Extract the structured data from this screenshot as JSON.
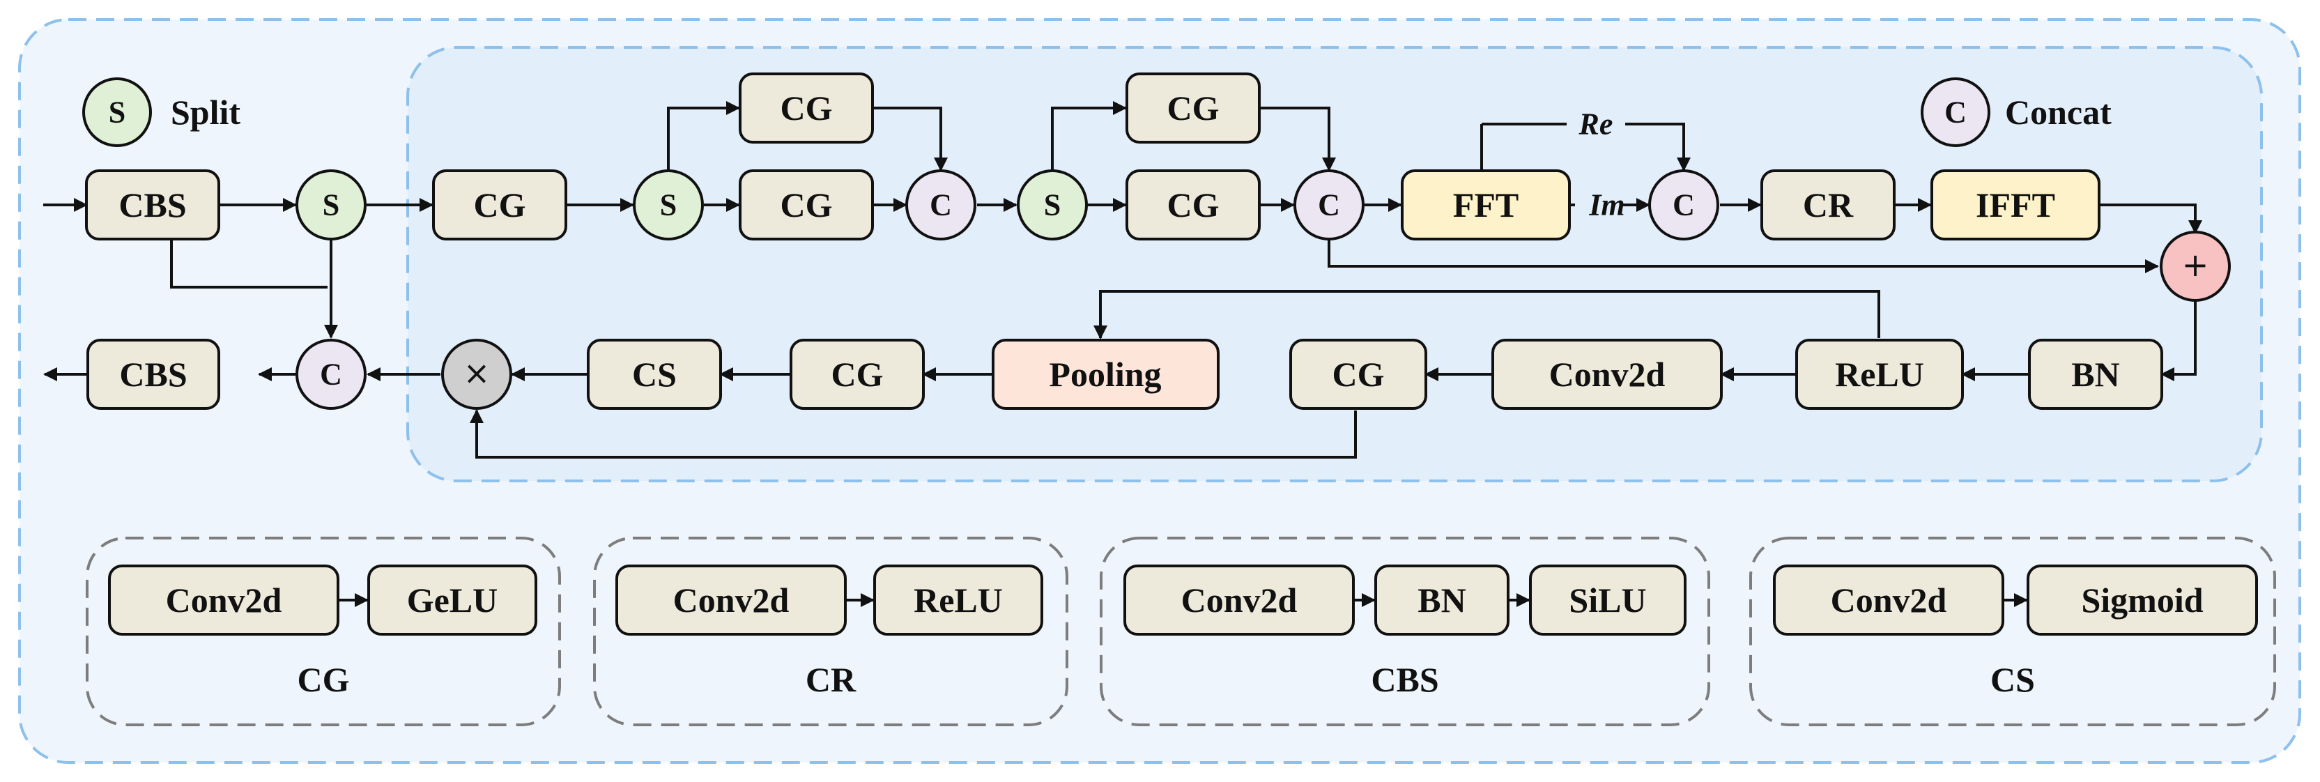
{
  "legend_split": {
    "symbol": "S",
    "label": "Split"
  },
  "legend_concat": {
    "symbol": "C",
    "label": "Concat"
  },
  "labels": {
    "cbs": "CBS",
    "cg": "CG",
    "cr": "CR",
    "cs": "CS",
    "fft": "FFT",
    "ifft": "IFFT",
    "pooling": "Pooling",
    "conv2d": "Conv2d",
    "relu": "ReLU",
    "bn": "BN",
    "split": "S",
    "concat": "C",
    "add": "+",
    "multiply": "×",
    "re": "Re",
    "im": "Im"
  },
  "legends": {
    "cg": {
      "items": [
        "Conv2d",
        "GeLU"
      ],
      "title": "CG"
    },
    "cr": {
      "items": [
        "Conv2d",
        "ReLU"
      ],
      "title": "CR"
    },
    "cbs": {
      "items": [
        "Conv2d",
        "BN",
        "SiLU"
      ],
      "title": "CBS"
    },
    "cs": {
      "items": [
        "Conv2d",
        "Sigmoid"
      ],
      "title": "CS"
    }
  }
}
